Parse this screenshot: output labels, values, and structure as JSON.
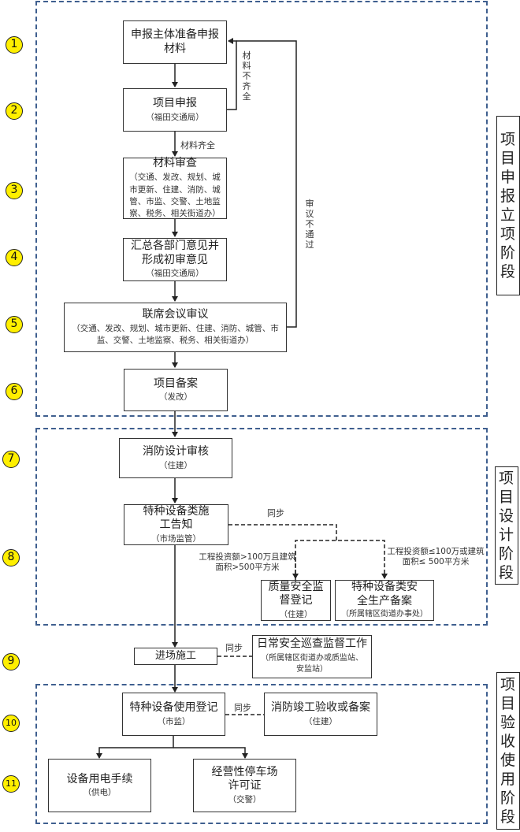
{
  "diagram": {
    "step_numbers": [
      "1",
      "2",
      "3",
      "4",
      "5",
      "6",
      "7",
      "8",
      "9",
      "10",
      "11"
    ],
    "phases": [
      {
        "label": "项目申报立项阶段"
      },
      {
        "label": "项目设计阶段"
      },
      {
        "label": "项目验收使用阶段"
      }
    ],
    "nodes": {
      "prepare": {
        "title": "申报主体准备申报材料"
      },
      "apply": {
        "title": "项目申报",
        "sub": "（福田交通局）"
      },
      "review": {
        "title": "材料审查",
        "sub": "（交通、发改、规划、城市更新、住建、消防、城管、市监、交警、土地监察、税务、相关街道办）"
      },
      "summary": {
        "title": "汇总各部门意见并形成初审意见",
        "sub": "（福田交通局）"
      },
      "joint_meeting": {
        "title": "联席会议审议",
        "sub": "（交通、发改、规划、城市更新、住建、消防、城管、市监、交警、土地监察、税务、相关街道办）"
      },
      "filing": {
        "title": "项目备案",
        "sub": "（发改）"
      },
      "fire_design": {
        "title": "消防设计审核",
        "sub": "（住建）"
      },
      "special_equipment_notice": {
        "title": "特种设备类施工告知",
        "sub": "（市场监管）"
      },
      "quality_safety": {
        "title": "质量安全监督登记",
        "sub": "（住建）"
      },
      "special_equipment_safety": {
        "title": "特种设备类安全生产备案",
        "sub": "（所属辖区街道办事处）"
      },
      "construction": {
        "title": "进场施工"
      },
      "daily_patrol": {
        "title": "日常安全巡查监督工作",
        "sub": "（所属辖区街道办或质监站、安监站）"
      },
      "equipment_registration": {
        "title": "特种设备使用登记",
        "sub": "（市监）"
      },
      "fire_acceptance": {
        "title": "消防竣工验收或备案",
        "sub": "（住建）"
      },
      "power": {
        "title": "设备用电手续",
        "sub": "（供电）"
      },
      "parking_permit": {
        "title": "经营性停车场许可证",
        "sub": "（交警）"
      }
    },
    "edge_labels": {
      "materials_incomplete": "材料不齐全",
      "materials_complete": "材料齐全",
      "review_failed": "审议不通过",
      "sync_1": "同步",
      "sync_2": "同步",
      "sync_3": "同步",
      "large_project": "工程投资额>100万且建筑面积>500平方米",
      "small_project": "工程投资额≤100万或建筑面积≤ 500平方米"
    }
  }
}
